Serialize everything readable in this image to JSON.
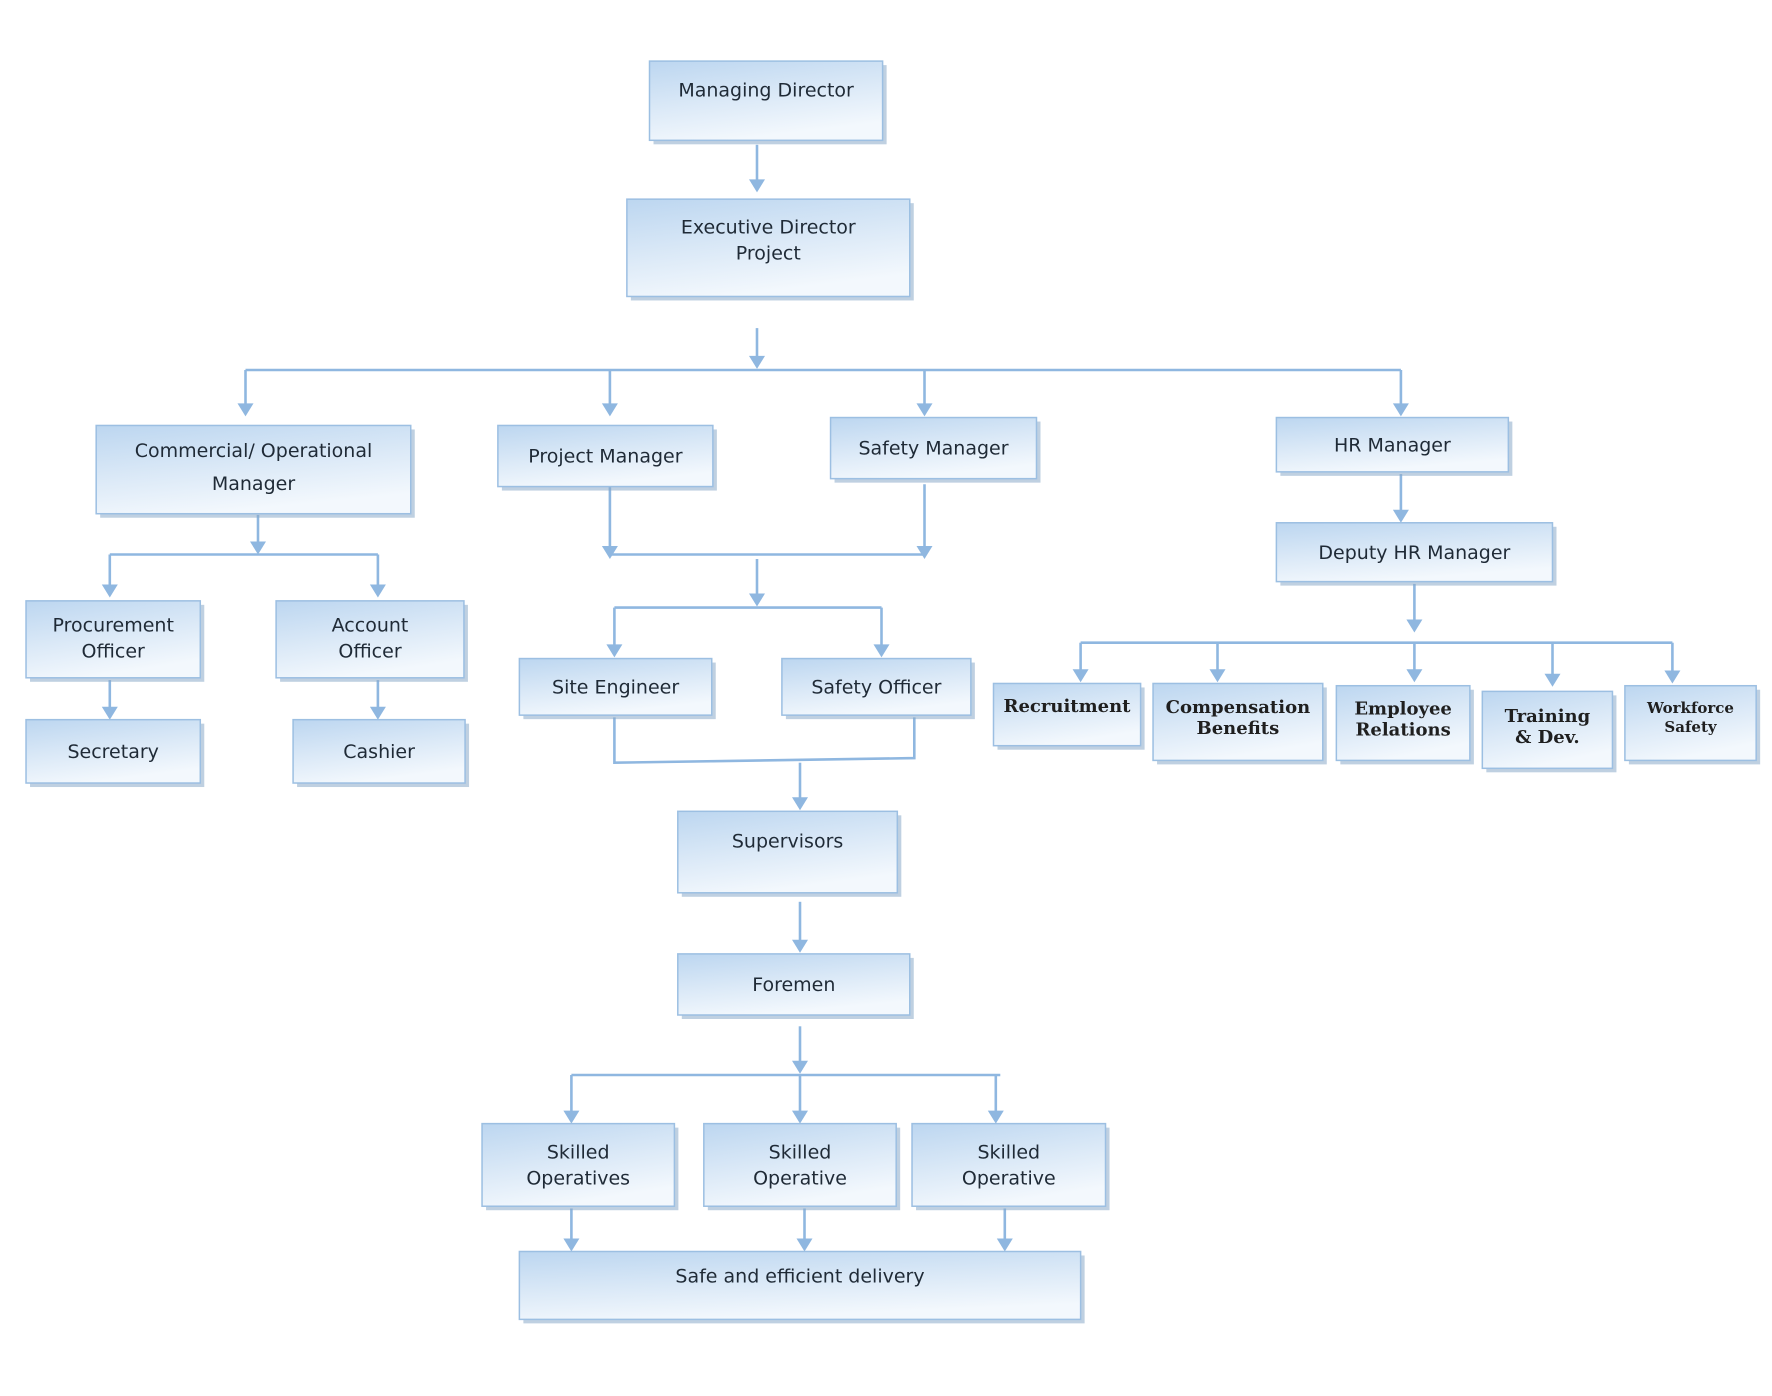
{
  "colors": {
    "connector": "#8fb7e0",
    "box_border": "#9cbfe2",
    "box_fill_top": "#bcd6f0",
    "box_fill_bottom": "#f3f8fd",
    "text": "#1f2a36"
  },
  "nodes": {
    "managing_director": [
      "Managing Director"
    ],
    "executive_director": [
      "Executive Director",
      "Project"
    ],
    "commercial_manager": [
      "Commercial/ Operational",
      "Manager"
    ],
    "project_manager": [
      "Project Manager"
    ],
    "safety_manager": [
      "Safety Manager"
    ],
    "hr_manager": [
      "HR Manager"
    ],
    "deputy_hr_manager": [
      "Deputy  HR Manager"
    ],
    "procurement_officer": [
      "Procurement",
      "Officer"
    ],
    "account_officer": [
      "Account",
      "Officer"
    ],
    "secretary": [
      "Secretary"
    ],
    "cashier": [
      "Cashier"
    ],
    "site_engineer": [
      "Site Engineer"
    ],
    "safety_officer": [
      "Safety Officer"
    ],
    "recruitment": [
      "Recruitment"
    ],
    "compensation_benefits": [
      "Compensation",
      "Benefits"
    ],
    "employee_relations": [
      "Employee",
      "Relations"
    ],
    "training_dev": [
      "Training",
      "& Dev."
    ],
    "workforce_safety": [
      "Workforce",
      "Safety"
    ],
    "supervisors": [
      "Supervisors"
    ],
    "foremen": [
      "Foremen"
    ],
    "skilled_operatives_1": [
      "Skilled",
      "Operatives"
    ],
    "skilled_operative_2": [
      "Skilled",
      "Operative"
    ],
    "skilled_operative_3": [
      "Skilled",
      "Operative"
    ],
    "safe_delivery": [
      "Safe and efficient delivery"
    ]
  }
}
